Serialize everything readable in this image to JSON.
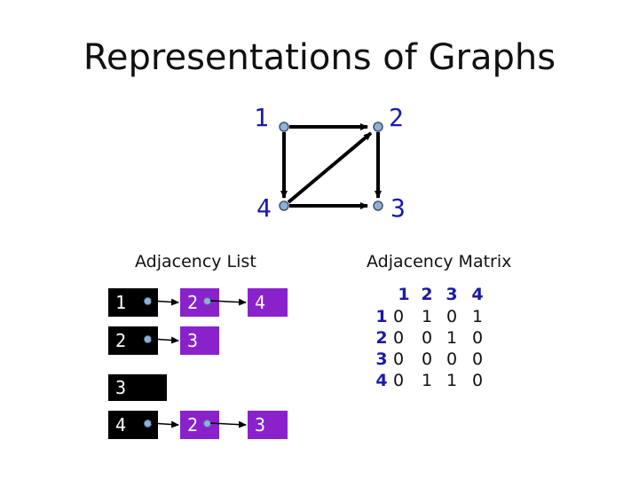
{
  "title": "Representations of Graphs",
  "graph": {
    "vertices": [
      "1",
      "2",
      "3",
      "4"
    ],
    "edges": [
      [
        "1",
        "2"
      ],
      [
        "1",
        "4"
      ],
      [
        "2",
        "3"
      ],
      [
        "4",
        "2"
      ],
      [
        "4",
        "3"
      ]
    ]
  },
  "adjacency_list": {
    "label": "Adjacency List",
    "rows": [
      {
        "head": "1",
        "nodes": [
          "2",
          "4"
        ]
      },
      {
        "head": "2",
        "nodes": [
          "3"
        ]
      },
      {
        "head": "3",
        "nodes": []
      },
      {
        "head": "4",
        "nodes": [
          "2",
          "3"
        ]
      }
    ]
  },
  "adjacency_matrix": {
    "label": "Adjacency Matrix",
    "col_headers": [
      "1",
      "2",
      "3",
      "4"
    ],
    "row_headers": [
      "1",
      "2",
      "3",
      "4"
    ],
    "cells": [
      [
        "0",
        "1",
        "0",
        "1"
      ],
      [
        "0",
        "0",
        "1",
        "0"
      ],
      [
        "0",
        "0",
        "0",
        "0"
      ],
      [
        "0",
        "1",
        "1",
        "0"
      ]
    ]
  }
}
